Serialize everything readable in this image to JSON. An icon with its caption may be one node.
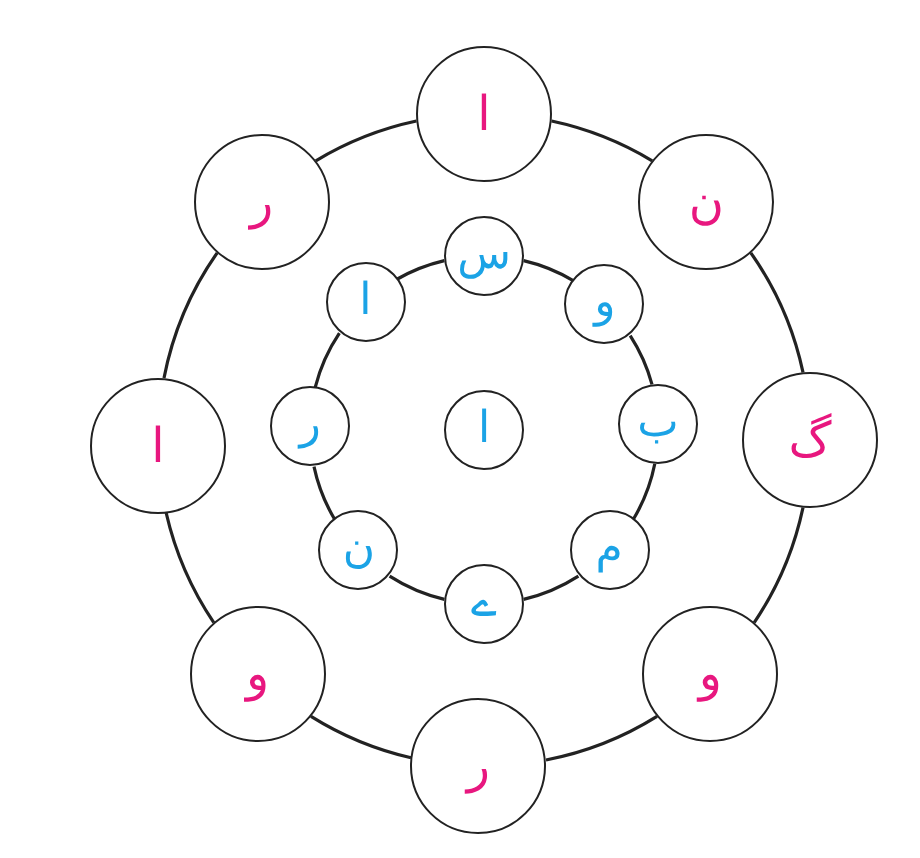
{
  "diagram": {
    "nodes": [
      {
        "text": [
          "ا"
        ]
      },
      {
        "text": [
          "ن"
        ]
      },
      {
        "text": [
          "گ"
        ]
      },
      {
        "text": [
          "و"
        ]
      },
      {
        "text": [
          "ر"
        ]
      },
      {
        "text": [
          "و"
        ]
      },
      {
        "text": [
          "ا"
        ]
      },
      {
        "text": [
          "ر"
        ]
      },
      {
        "text": [
          "س"
        ]
      },
      {
        "text": [
          "و"
        ]
      },
      {
        "text": [
          "ب"
        ]
      },
      {
        "text": [
          "م"
        ]
      },
      {
        "text": [
          "ے"
        ]
      },
      {
        "text": [
          "ن"
        ]
      },
      {
        "text": [
          "ر"
        ]
      },
      {
        "text": [
          "ا"
        ]
      },
      {
        "text": [
          "ا"
        ]
      }
    ],
    "edges": [
      {
        "from": 0,
        "to": 1,
        "arrow": "none"
      },
      {
        "from": 1,
        "to": 2,
        "arrow": "none"
      },
      {
        "from": 2,
        "to": 3,
        "arrow": "none"
      },
      {
        "from": 3,
        "to": 4,
        "arrow": "none"
      },
      {
        "from": 4,
        "to": 5,
        "arrow": "none"
      },
      {
        "from": 5,
        "to": 6,
        "arrow": "none"
      },
      {
        "from": 6,
        "to": 7,
        "arrow": "none"
      },
      {
        "from": 7,
        "to": 0,
        "arrow": "none"
      },
      {
        "from": 8,
        "to": 9,
        "arrow": "none"
      },
      {
        "from": 9,
        "to": 10,
        "arrow": "none"
      },
      {
        "from": 10,
        "to": 11,
        "arrow": "none"
      },
      {
        "from": 11,
        "to": 12,
        "arrow": "none"
      },
      {
        "from": 12,
        "to": 13,
        "arrow": "none"
      },
      {
        "from": 13,
        "to": 14,
        "arrow": "none"
      },
      {
        "from": 14,
        "to": 15,
        "arrow": "none"
      },
      {
        "from": 15,
        "to": 8,
        "arrow": "none"
      }
    ]
  }
}
